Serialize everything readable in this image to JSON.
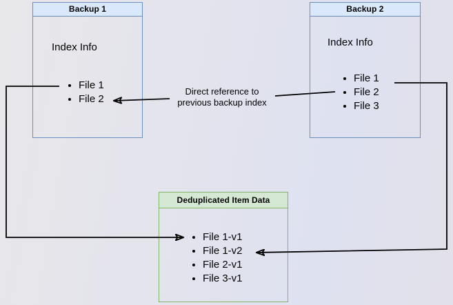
{
  "nodes": {
    "backup1": {
      "title": "Backup 1",
      "section_label": "Index Info",
      "files": [
        "File 1",
        "File 2"
      ],
      "header_fill": "#dae8fc",
      "border_color": "#6c8ebf"
    },
    "backup2": {
      "title": "Backup 2",
      "section_label": "Index Info",
      "files": [
        "File 1",
        "File 2",
        "File 3"
      ],
      "header_fill": "#dae8fc",
      "border_color": "#6c8ebf"
    },
    "dedup": {
      "title": "Deduplicated Item Data",
      "files": [
        "File 1-v1",
        "File 1-v2",
        "File 2-v1",
        "File 3-v1"
      ],
      "header_fill": "#d5e8d4",
      "border_color": "#82b366"
    }
  },
  "edges": {
    "direct_reference": {
      "label_lines": [
        "Direct reference to",
        "previous backup index"
      ],
      "from": "Backup 2 / File 2",
      "to": "Backup 1 / File 2",
      "color": "#000000"
    },
    "backup1_file1_to_dedup": {
      "from": "Backup 1 / File 1",
      "to": "Deduplicated Item Data / File 1-v1",
      "color": "#000000"
    },
    "backup2_file1_to_dedup": {
      "from": "Backup 2 / File 1",
      "to": "Deduplicated Item Data / File 1-v2",
      "color": "#000000"
    }
  },
  "page": {
    "background": "#e3e3ec"
  }
}
